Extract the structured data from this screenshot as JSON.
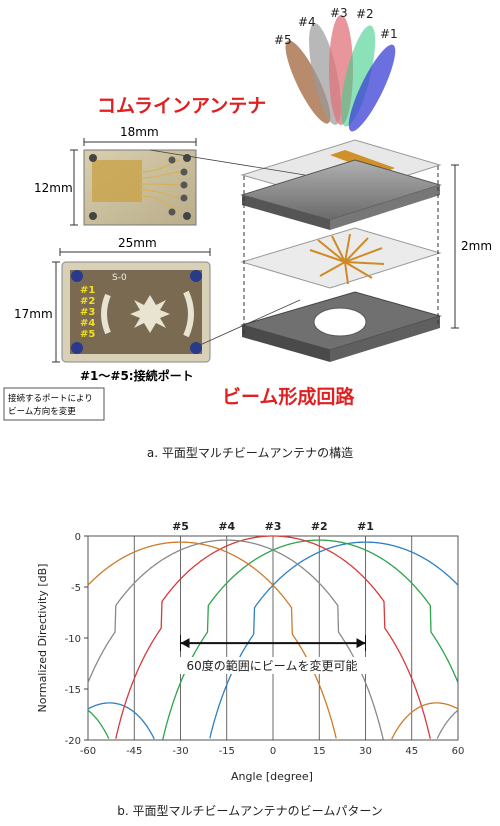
{
  "figure_a": {
    "title_combline": "コムラインアンテナ",
    "title_beamforming": "ビーム形成回路",
    "dim_top_width": "18mm",
    "dim_top_height": "12mm",
    "dim_bottom_width": "25mm",
    "dim_bottom_height": "17mm",
    "dim_stack_height": "2mm",
    "board_label": "S-0",
    "port_labels": [
      "#1",
      "#2",
      "#3",
      "#4",
      "#5"
    ],
    "ports_caption": "#1～#5:接続ポート",
    "note_line1": "接続するポートにより",
    "note_line2": "ビーム方向を変更",
    "beams": [
      {
        "label": "#1",
        "color": "#3a3fd6",
        "angle": 30
      },
      {
        "label": "#2",
        "color": "#1aa56a",
        "angle": 15
      },
      {
        "label": "#3",
        "color": "#e0424b",
        "angle": 0
      },
      {
        "label": "#4",
        "color": "#8c8c8c",
        "angle": -15
      },
      {
        "label": "#5",
        "color": "#a0643c",
        "angle": -30
      }
    ],
    "caption": "a.  平面型マルチビームアンテナの構造"
  },
  "chart_data": {
    "type": "line",
    "xlabel": "Angle [degree]",
    "ylabel": "Normalized Directivity [dB]",
    "xlim": [
      -60,
      60
    ],
    "ylim": [
      -20,
      0
    ],
    "xticks": [
      -60,
      -45,
      -30,
      -15,
      0,
      15,
      30,
      45,
      60
    ],
    "yticks": [
      0,
      -5,
      -10,
      -15,
      -20
    ],
    "grid": "vertical",
    "annotation": "60度の範囲にビームを変更可能",
    "annotation_range": [
      -30,
      30
    ],
    "series": [
      {
        "name": "#1",
        "color": "#2f7fc0",
        "peak_angle": 30,
        "peak_db": -0.6
      },
      {
        "name": "#2",
        "color": "#2ea34a",
        "peak_angle": 15,
        "peak_db": -0.4
      },
      {
        "name": "#3",
        "color": "#d63a3a",
        "peak_angle": 0,
        "peak_db": 0
      },
      {
        "name": "#4",
        "color": "#8a8a8a",
        "peak_angle": -15,
        "peak_db": -0.4
      },
      {
        "name": "#5",
        "color": "#d07a2a",
        "peak_angle": -30,
        "peak_db": -0.6
      }
    ],
    "caption": "b.  平面型マルチビームアンテナのビームパターン"
  }
}
